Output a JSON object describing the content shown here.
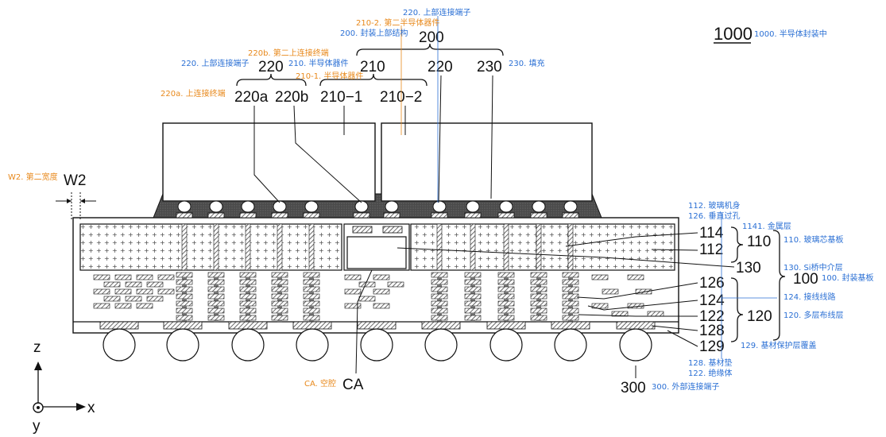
{
  "refs": {
    "r1000": "1000",
    "r200": "200",
    "r210": "210",
    "r220_top": "220",
    "r220_left": "220",
    "r230": "230",
    "r220a": "220a",
    "r220b": "220b",
    "r210_1": "210−1",
    "r210_2": "210−2",
    "rW2": "W2",
    "r114": "114",
    "r112": "112",
    "r110": "110",
    "r130": "130",
    "r126": "126",
    "r124": "124",
    "r122": "122",
    "r128": "128",
    "r129": "129",
    "r120": "120",
    "r100": "100",
    "rCA": "CA",
    "r300": "300",
    "axis_z": "z",
    "axis_x": "x",
    "axis_y": "y"
  },
  "annotations": {
    "a1000": "1000. 半导体封装中",
    "a220_top": "220. 上部连接端子",
    "a210_2": "210-2. 第二半导体器件",
    "a200": "200. 封装上部结构",
    "a220b": "220b. 第二上连接终端",
    "a220": "220. 上部连接端子",
    "a210": "210. 半导体器件",
    "a210_1": "210-1. 半导体器件",
    "a220a": "220a. 上连接终端",
    "a230": "230. 填充",
    "aW2": "W2. 第二宽度",
    "a112": "112. 玻璃机身",
    "a126": "126. 垂直过孔",
    "a1141": "1141. 金属层",
    "a110": "110. 玻璃芯基板",
    "a130": "130. Si桥中介层",
    "a100": "100. 封装基板",
    "a124": "124. 接线线路",
    "a120": "120. 多层布线层",
    "a129": "129. 基材保护层覆盖",
    "a128": "128. 基材垫",
    "a122": "122. 绝缘体",
    "aCA": "CA. 空腔",
    "a300": "300. 外部连接端子"
  },
  "colors": {
    "orange": "#e8891c",
    "blue": "#2a6fd4",
    "molding": "#3a3a3a",
    "hatch": "#555555"
  }
}
